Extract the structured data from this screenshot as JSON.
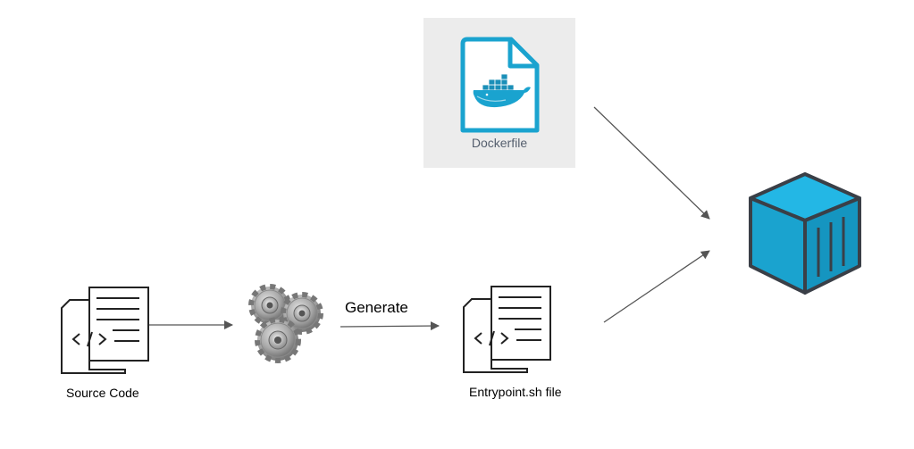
{
  "nodes": {
    "source_code": {
      "label": "Source Code",
      "icon": "source-code-file-icon"
    },
    "generator": {
      "icon": "gears-icon"
    },
    "entrypoint": {
      "label": "Entrypoint.sh file",
      "icon": "script-file-icon"
    },
    "dockerfile": {
      "label": "Dockerfile",
      "icon": "docker-whale-file-icon"
    },
    "container": {
      "icon": "container-cube-icon"
    }
  },
  "edges": {
    "generate_label": "Generate"
  },
  "colors": {
    "docker_blue": "#1aa3cf",
    "container_top": "#23b7e5",
    "container_side": "#1595c0",
    "outline": "#3a3f47",
    "arrow": "#555555"
  }
}
